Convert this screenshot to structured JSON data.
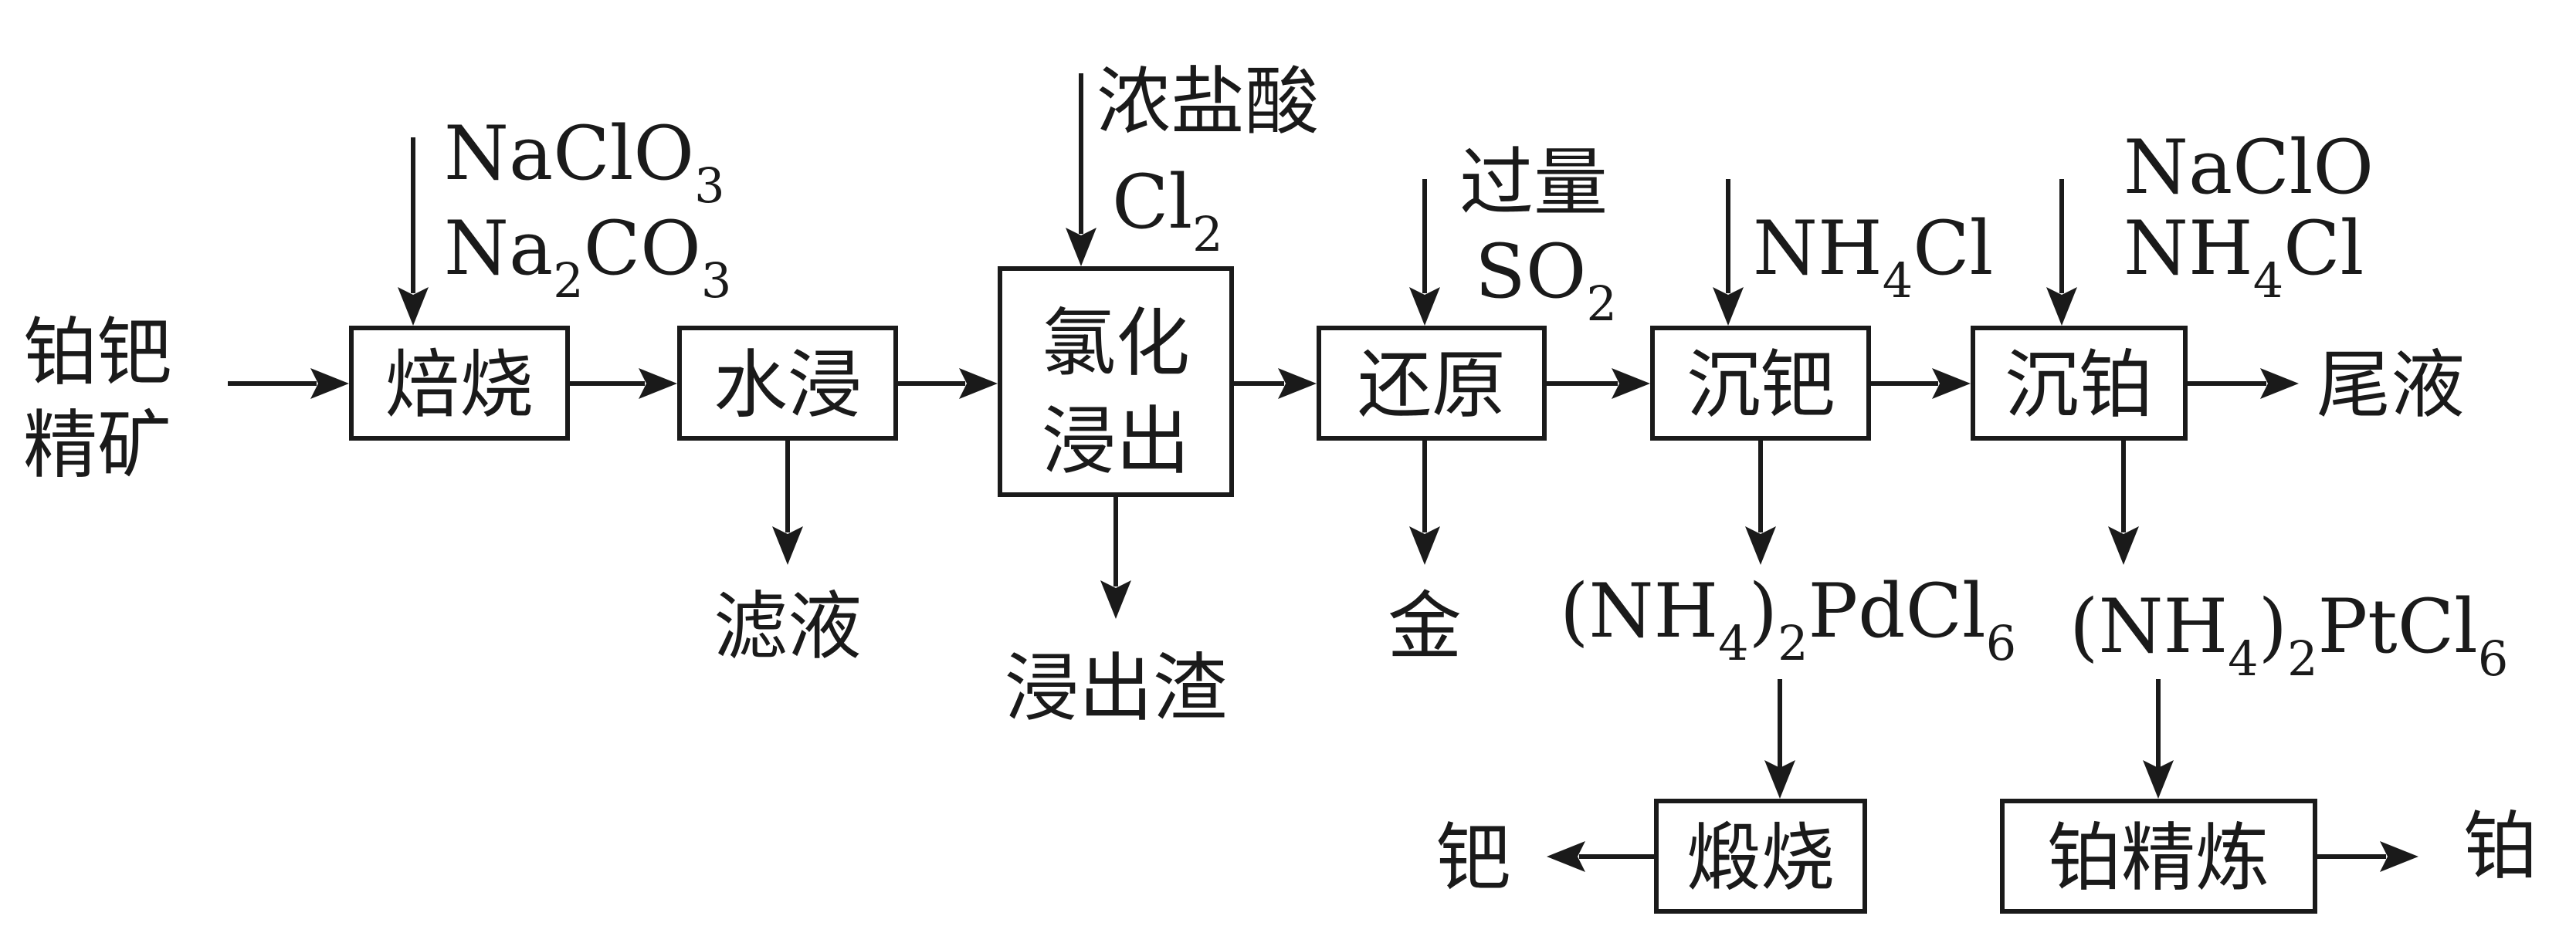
{
  "diagram": {
    "raw_material": [
      "铂钯",
      "精矿"
    ],
    "steps": {
      "roast": "焙烧",
      "water_leach": "水浸",
      "chlorination": [
        "氯化",
        "浸出"
      ],
      "reduction": "还原",
      "pd_precip": "沉钯",
      "pt_precip": "沉铂",
      "calcine": "煅烧",
      "pt_refine": "铂精炼"
    },
    "reagents": {
      "roast": [
        {
          "base": "NaClO",
          "sub": "3",
          "tail": ""
        },
        {
          "base": "Na",
          "sub": "2",
          "tail": "CO",
          "sub2": "3"
        }
      ],
      "chlorination": [
        {
          "text": "浓盐酸"
        },
        {
          "base": "Cl",
          "sub": "2"
        }
      ],
      "reduction": [
        {
          "text": "过量"
        },
        {
          "base": "SO",
          "sub": "2"
        }
      ],
      "pd_precip": {
        "base": "NH",
        "sub": "4",
        "tail": "Cl"
      },
      "pt_precip": [
        {
          "text": "NaClO"
        },
        {
          "base": "NH",
          "sub": "4",
          "tail": "Cl"
        }
      ]
    },
    "outputs": {
      "filtrate": "滤液",
      "residue": "浸出渣",
      "gold": "金",
      "pd_salt": {
        "p1": "(NH",
        "s1": "4",
        "p2": ")",
        "s2": "2",
        "p3": "PdCl",
        "s3": "6"
      },
      "pt_salt": {
        "p1": "(NH",
        "s1": "4",
        "p2": ")",
        "s2": "2",
        "p3": "PtCl",
        "s3": "6"
      },
      "tail_liquid": "尾液",
      "palladium": "钯",
      "platinum": "铂"
    }
  }
}
